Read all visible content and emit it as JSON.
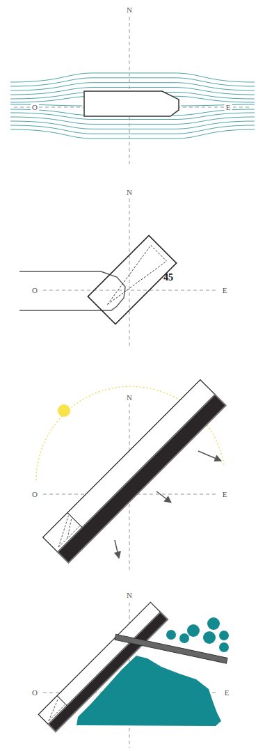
{
  "diagram": {
    "labels": [
      "N",
      "O",
      "E",
      "N",
      "45",
      "O",
      "E",
      "N",
      "O",
      "E",
      "N",
      "O",
      "E"
    ]
  }
}
